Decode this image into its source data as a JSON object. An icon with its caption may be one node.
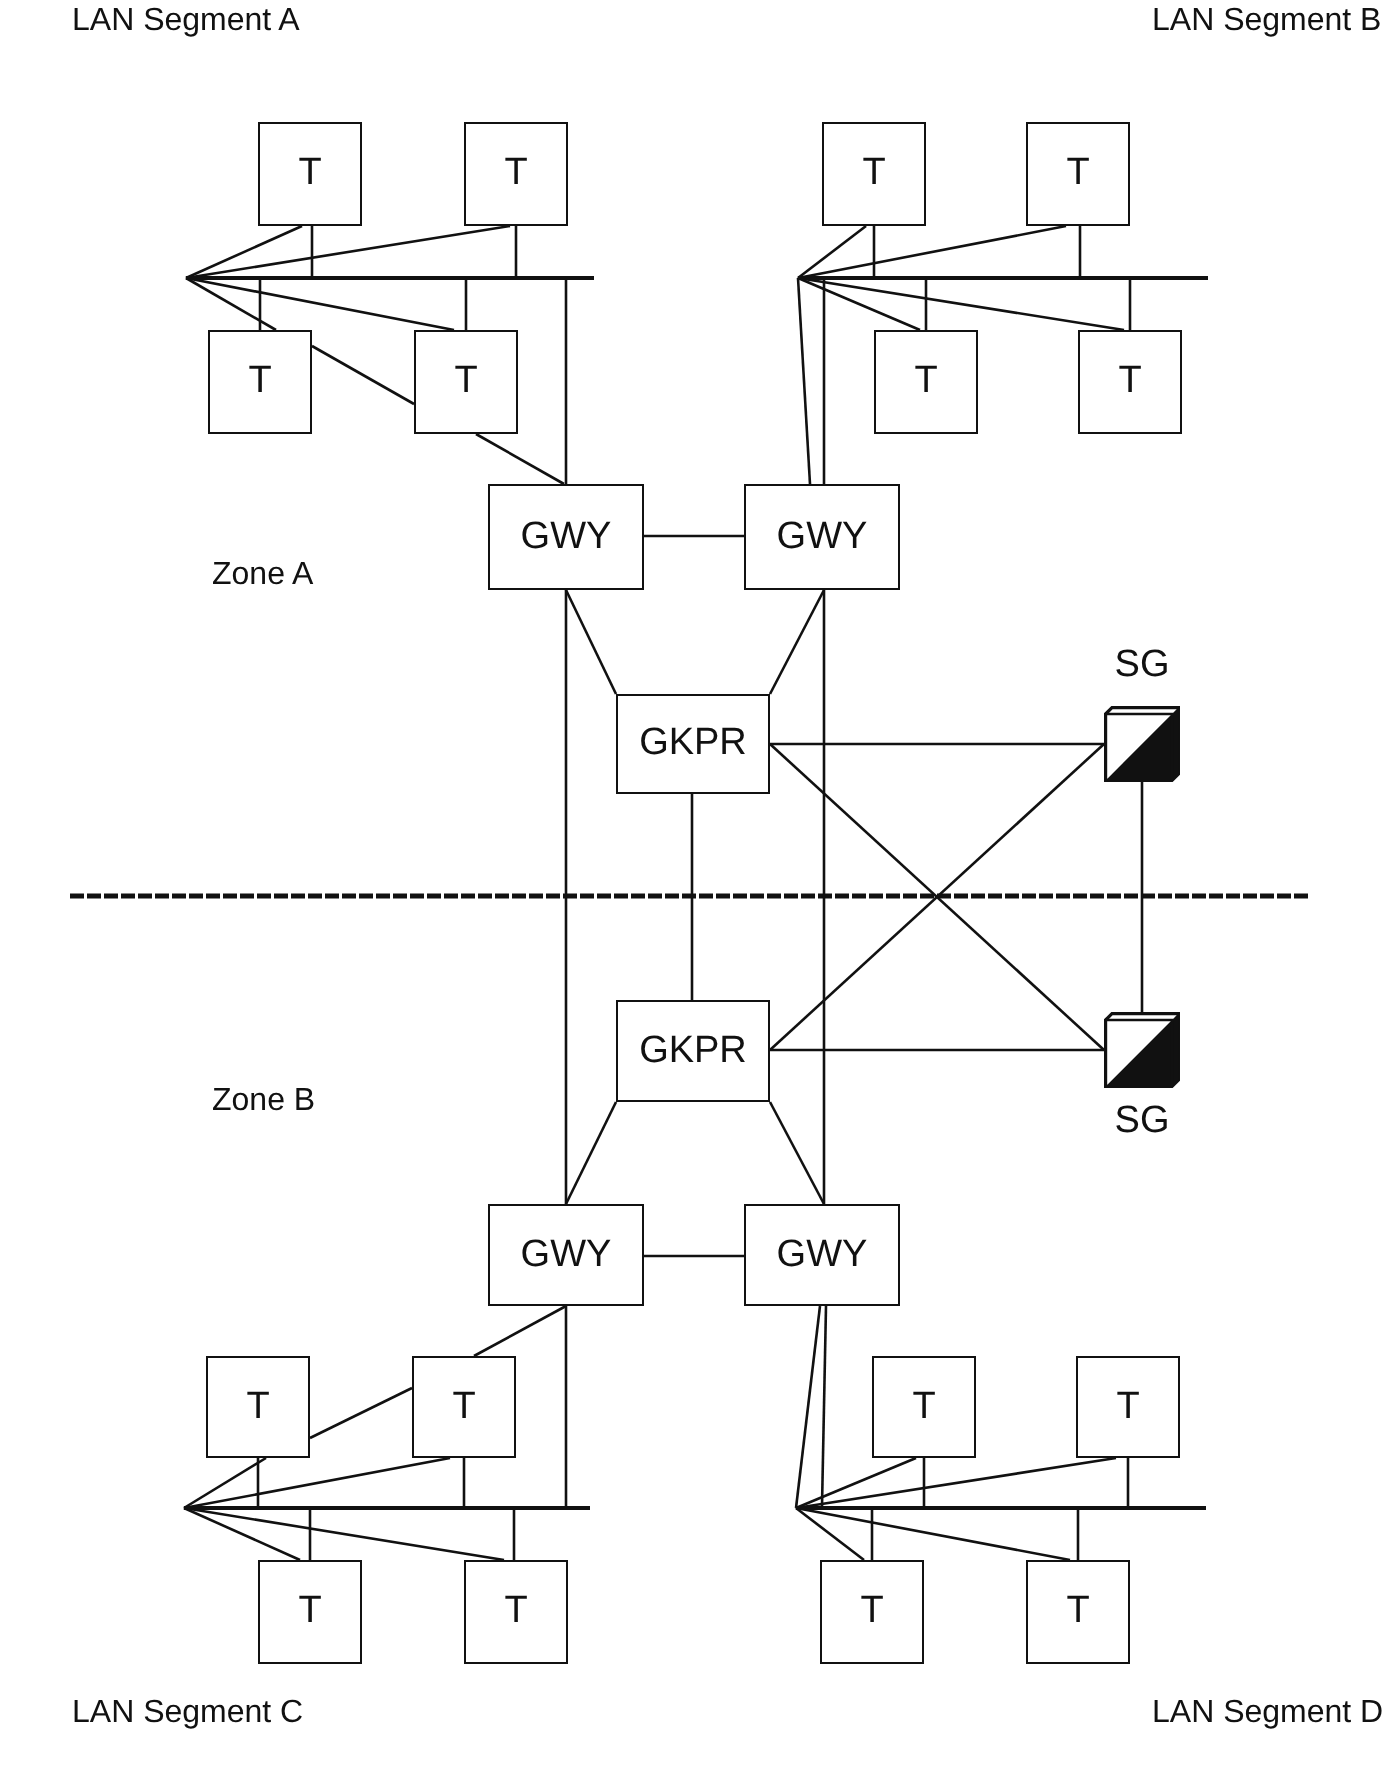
{
  "diagram": {
    "nodes": [
      {
        "text": [],
        "shape": "bar"
      },
      {
        "text": [
          "T"
        ]
      },
      {
        "text": [
          "T"
        ]
      },
      {
        "text": [
          "T"
        ]
      },
      {
        "text": [
          "T"
        ]
      },
      {
        "text": [],
        "shape": "bar"
      },
      {
        "text": [
          "T"
        ]
      },
      {
        "text": [
          "T"
        ]
      },
      {
        "text": [
          "T"
        ]
      },
      {
        "text": [
          "T"
        ]
      },
      {
        "text": [
          "GWY"
        ]
      },
      {
        "text": [
          "GWY"
        ]
      },
      {
        "text": [
          "GKPR"
        ]
      },
      {
        "text": [
          "SG"
        ]
      },
      {
        "text": [
          "GKPR"
        ]
      },
      {
        "text": [
          "SG"
        ]
      },
      {
        "text": [
          "GWY"
        ]
      },
      {
        "text": [
          "GWY"
        ]
      },
      {
        "text": [],
        "shape": "bar"
      },
      {
        "text": [
          "T"
        ]
      },
      {
        "text": [
          "T"
        ]
      },
      {
        "text": [
          "T"
        ]
      },
      {
        "text": [
          "T"
        ]
      },
      {
        "text": [],
        "shape": "bar"
      },
      {
        "text": [
          "T"
        ]
      },
      {
        "text": [
          "T"
        ]
      },
      {
        "text": [
          "T"
        ]
      },
      {
        "text": [
          "T"
        ]
      }
    ],
    "edges": [
      {
        "from": 0,
        "to": 1,
        "arrow": "none"
      },
      {
        "from": 0,
        "to": 2,
        "arrow": "none"
      },
      {
        "from": 0,
        "to": 3,
        "arrow": "none"
      },
      {
        "from": 0,
        "to": 4,
        "arrow": "none"
      },
      {
        "from": 1,
        "to": 0,
        "arrow": "none"
      },
      {
        "from": 2,
        "to": 0,
        "arrow": "none"
      },
      {
        "from": 3,
        "to": 0,
        "arrow": "none"
      },
      {
        "from": 4,
        "to": 0,
        "arrow": "none"
      },
      {
        "from": 3,
        "to": 4,
        "arrow": "none"
      },
      {
        "from": 4,
        "to": 10,
        "arrow": "none"
      },
      {
        "from": 0,
        "to": 10,
        "arrow": "none"
      },
      {
        "from": 5,
        "to": 6,
        "arrow": "none"
      },
      {
        "from": 5,
        "to": 7,
        "arrow": "none"
      },
      {
        "from": 5,
        "to": 8,
        "arrow": "none"
      },
      {
        "from": 5,
        "to": 9,
        "arrow": "none"
      },
      {
        "from": 6,
        "to": 5,
        "arrow": "none"
      },
      {
        "from": 7,
        "to": 5,
        "arrow": "none"
      },
      {
        "from": 8,
        "to": 5,
        "arrow": "none"
      },
      {
        "from": 9,
        "to": 5,
        "arrow": "none"
      },
      {
        "from": 5,
        "to": 11,
        "arrow": "none"
      },
      {
        "from": 5,
        "to": 11,
        "arrow": "none"
      },
      {
        "from": 10,
        "to": 11,
        "arrow": "none"
      },
      {
        "from": 10,
        "to": 16,
        "arrow": "none"
      },
      {
        "from": 10,
        "to": 12,
        "arrow": "none"
      },
      {
        "from": 11,
        "to": 12,
        "arrow": "none"
      },
      {
        "from": 11,
        "to": 17,
        "arrow": "none"
      },
      {
        "from": 12,
        "to": 14,
        "arrow": "none"
      },
      {
        "from": 12,
        "to": 13,
        "arrow": "none"
      },
      {
        "from": 12,
        "to": 15,
        "arrow": "none"
      },
      {
        "from": 14,
        "to": 13,
        "arrow": "none"
      },
      {
        "from": 14,
        "to": 15,
        "arrow": "none"
      },
      {
        "from": 13,
        "to": 15,
        "arrow": "none"
      },
      {
        "from": 14,
        "to": 16,
        "arrow": "none"
      },
      {
        "from": 14,
        "to": 17,
        "arrow": "none"
      },
      {
        "from": 16,
        "to": 17,
        "arrow": "none"
      },
      {
        "from": 18,
        "to": 19,
        "arrow": "none"
      },
      {
        "from": 18,
        "to": 20,
        "arrow": "none"
      },
      {
        "from": 18,
        "to": 21,
        "arrow": "none"
      },
      {
        "from": 18,
        "to": 22,
        "arrow": "none"
      },
      {
        "from": 19,
        "to": 18,
        "arrow": "none"
      },
      {
        "from": 20,
        "to": 18,
        "arrow": "none"
      },
      {
        "from": 21,
        "to": 18,
        "arrow": "none"
      },
      {
        "from": 22,
        "to": 18,
        "arrow": "none"
      },
      {
        "from": 16,
        "to": 20,
        "arrow": "none"
      },
      {
        "from": 20,
        "to": 19,
        "arrow": "none"
      },
      {
        "from": 18,
        "to": 16,
        "arrow": "none"
      },
      {
        "from": 23,
        "to": 24,
        "arrow": "none"
      },
      {
        "from": 23,
        "to": 25,
        "arrow": "none"
      },
      {
        "from": 23,
        "to": 26,
        "arrow": "none"
      },
      {
        "from": 23,
        "to": 27,
        "arrow": "none"
      },
      {
        "from": 24,
        "to": 23,
        "arrow": "none"
      },
      {
        "from": 25,
        "to": 23,
        "arrow": "none"
      },
      {
        "from": 26,
        "to": 23,
        "arrow": "none"
      },
      {
        "from": 27,
        "to": 23,
        "arrow": "none"
      },
      {
        "from": 23,
        "to": 17,
        "arrow": "none"
      },
      {
        "from": 23,
        "to": 17,
        "arrow": "none"
      }
    ],
    "labels": [
      "LAN Segment A",
      "LAN Segment B",
      "Zone A",
      "Zone B",
      "LAN Segment C",
      "LAN Segment D"
    ]
  }
}
